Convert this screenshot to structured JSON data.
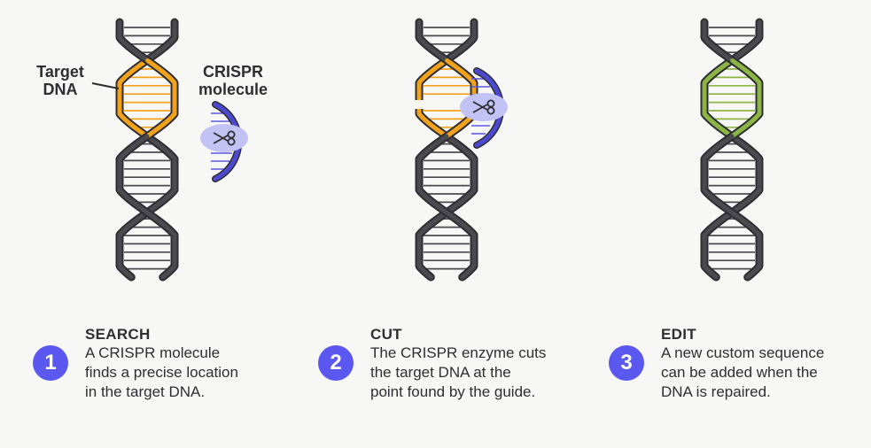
{
  "labels": {
    "target_dna_line1": "Target",
    "target_dna_line2": "DNA",
    "crispr_line1": "CRISPR",
    "crispr_line2": "molecule"
  },
  "steps": [
    {
      "number": "1",
      "title": "SEARCH",
      "lines": [
        "A CRISPR molecule",
        "finds a precise location",
        "in the target DNA."
      ]
    },
    {
      "number": "2",
      "title": "CUT",
      "lines": [
        "The CRISPR enzyme cuts",
        "the target DNA at the",
        "point found by the guide."
      ]
    },
    {
      "number": "3",
      "title": "EDIT",
      "lines": [
        "A new custom sequence",
        "can be added when the",
        "DNA is repaired."
      ]
    }
  ],
  "colors": {
    "strand": "#4a4a50",
    "target": "#f3a21b",
    "edited": "#8bb545",
    "crispr": "#4c49d0",
    "crispr_blob": "#c3c2f5",
    "badge": "#5a58f0"
  }
}
